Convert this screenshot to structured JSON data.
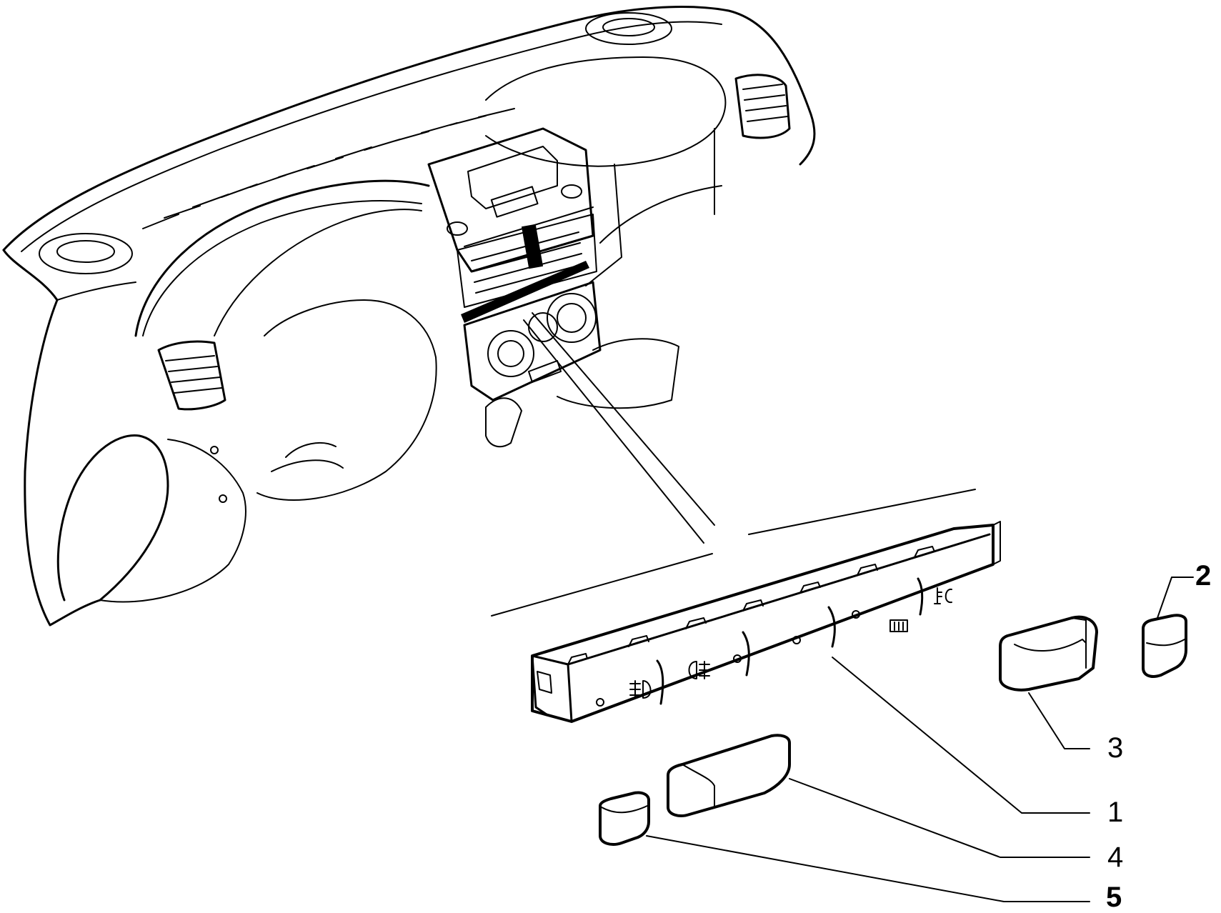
{
  "callouts": [
    {
      "id": "1",
      "label": "1",
      "bold": false
    },
    {
      "id": "2",
      "label": "2",
      "bold": true
    },
    {
      "id": "3",
      "label": "3",
      "bold": false
    },
    {
      "id": "4",
      "label": "4",
      "bold": false
    },
    {
      "id": "5",
      "label": "5",
      "bold": true
    }
  ],
  "icons": [
    "front-fog-lamp-icon",
    "rear-fog-lamp-icon",
    "rear-window-defrost-icon",
    "temperature-icon"
  ],
  "colors": {
    "ink": "#000000",
    "paper": "#ffffff"
  }
}
